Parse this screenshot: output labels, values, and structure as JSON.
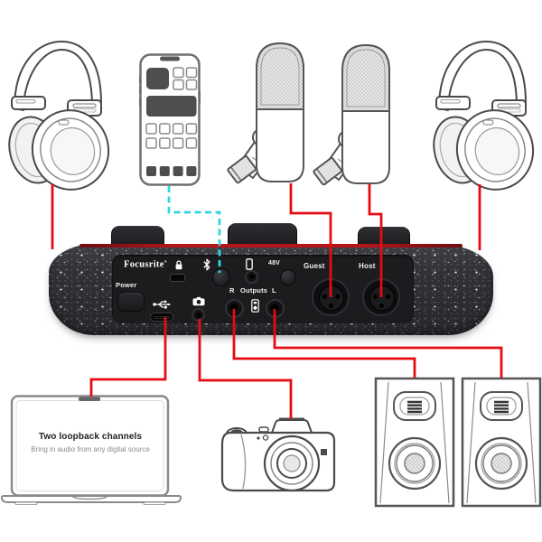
{
  "device": {
    "brand": "Focusrite",
    "brand_mark": "®",
    "power_label": "Power",
    "phantom_label": "48V",
    "guest_label": "Guest",
    "host_label": "Host",
    "outputs": {
      "r": "R",
      "label": "Outputs",
      "l": "L"
    }
  },
  "laptop": {
    "title": "Two loopback channels",
    "subtitle": "Bring in audio from any digital source"
  },
  "icons": {
    "security_lock": "kensington-lock-icon",
    "bluetooth": "bluetooth-icon",
    "phone": "phone-icon",
    "usb": "usb-icon",
    "camera": "camera-icon",
    "monitor": "monitor-speaker-icon"
  },
  "colors": {
    "cable_red": "#e60b12",
    "wireless_cyan": "#2fd5e3",
    "device_body": "#323136",
    "device_panel": "#1c1c1f",
    "top_accent": "#b5141c"
  },
  "peripherals": {
    "top": [
      "headphones",
      "smartphone",
      "microphone-guest",
      "microphone-host",
      "headphones"
    ],
    "bottom": [
      "laptop",
      "camera",
      "studio-monitor-left",
      "studio-monitor-right"
    ]
  }
}
